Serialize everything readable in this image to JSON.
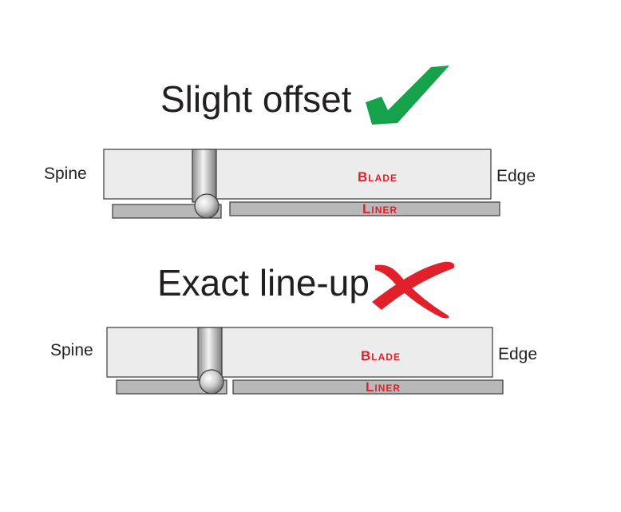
{
  "diagram": {
    "correct": {
      "title": "Slight offset",
      "status_icon": "check-mark-icon",
      "spine_label": "Spine",
      "edge_label": "Edge",
      "blade_label": "Blade",
      "liner_label": "Liner"
    },
    "incorrect": {
      "title": "Exact line-up",
      "status_icon": "cross-mark-icon",
      "spine_label": "Spine",
      "edge_label": "Edge",
      "blade_label": "Blade",
      "liner_label": "Liner"
    },
    "colors": {
      "blade_fill": "#ececec",
      "liner_fill": "#b8b8b8",
      "outline": "#3a3a3a",
      "check": "#16a24a",
      "cross": "#e0202a",
      "label_red": "#e21f26",
      "text": "#231f20"
    }
  }
}
